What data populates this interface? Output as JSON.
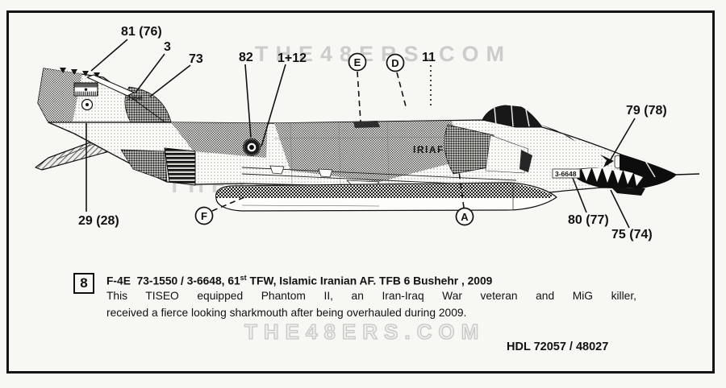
{
  "meta": {
    "paper_color": "#f7f7f4",
    "ink_color": "#111111",
    "watermark_color": "#c7c7c5",
    "frame_color": "#141414"
  },
  "watermark": {
    "text": "THE48ERS.COM"
  },
  "callouts": {
    "c81": "81 (76)",
    "c3": "3",
    "c73": "73",
    "c82": "82",
    "c112": "1+12",
    "cE": "E",
    "cD": "D",
    "c11": "11",
    "c79": "79 (78)",
    "c80": "80 (77)",
    "c75": "75 (74)",
    "c29": "29 (28)",
    "cF": "F",
    "cA": "A"
  },
  "aircraft_markings": {
    "fuselage_code": "IRIAF",
    "nose_serial": "3-6648",
    "fin_serial": "3-6648"
  },
  "caption": {
    "index": "8",
    "title": {
      "before_sup": "F-4E  73-1550 / 3-6648, 61",
      "sup": "st",
      "after_sup": " TFW, Islamic Iranian AF. TFB 6 Bushehr , 2009"
    },
    "line1": "This TISEO equipped Phantom II, an Iran-Iraq War veteran and MiG killer,",
    "line2": "received a fierce looking sharkmouth after being overhauled during 2009.",
    "product_code": "HDL 72057 / 48027"
  }
}
